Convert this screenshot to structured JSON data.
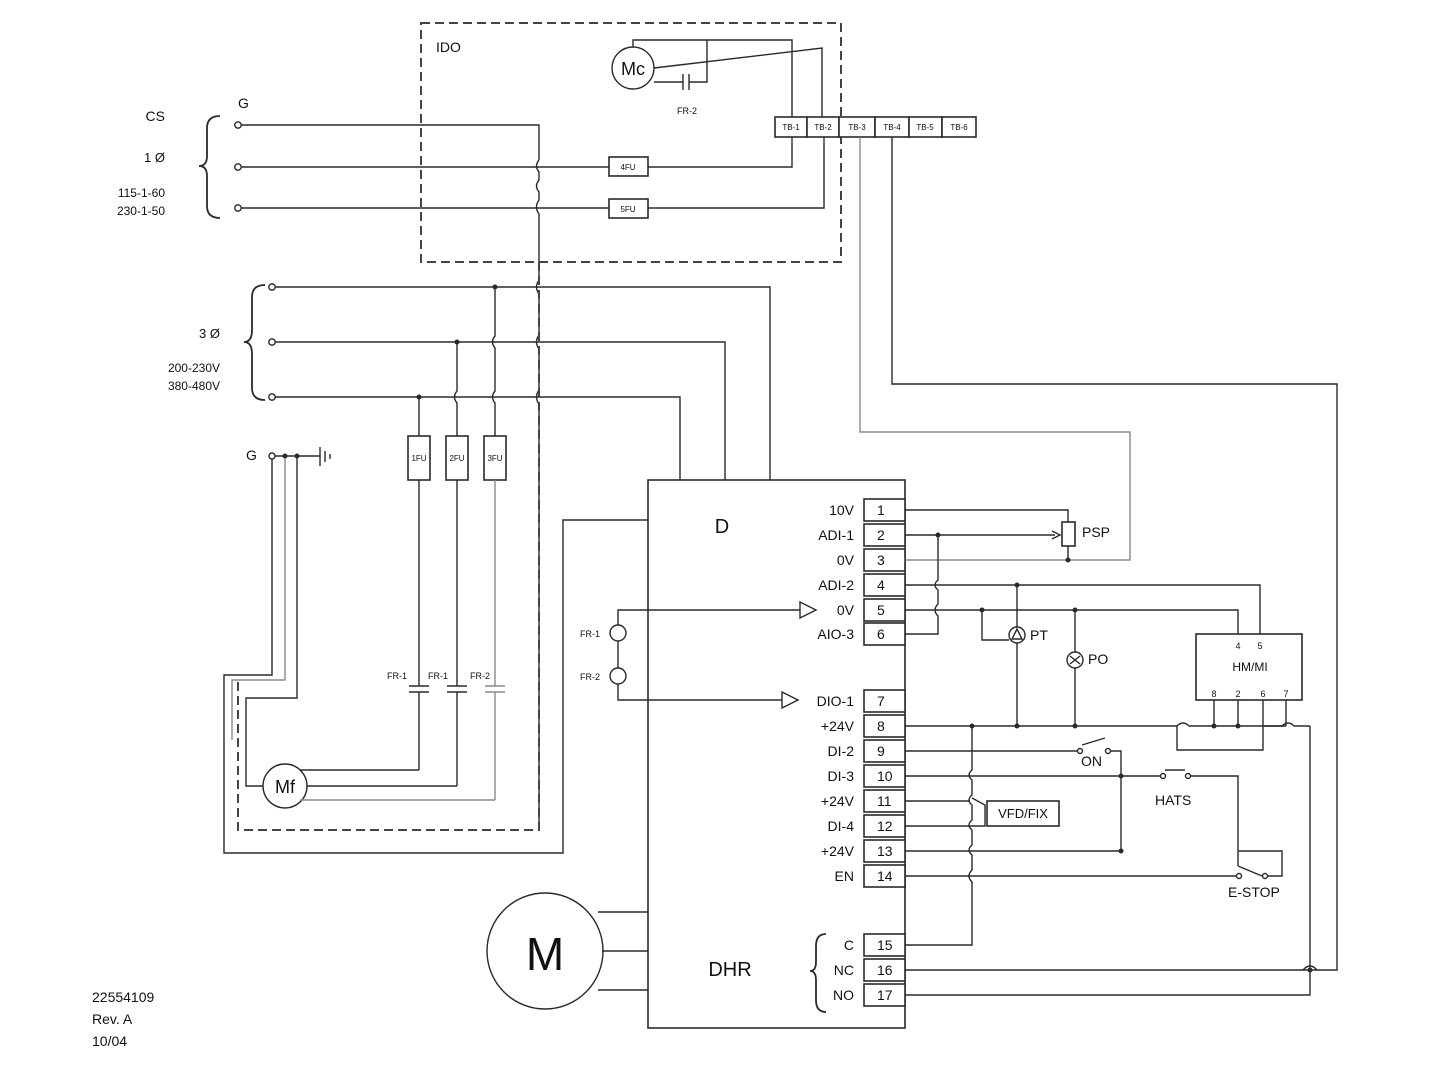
{
  "supply": {
    "cs": "CS",
    "g_top": "G",
    "one_phase": "1 Ø",
    "v1": "115-1-60",
    "v2": "230-1-50",
    "three_phase": "3 Ø",
    "v3": "200-230V",
    "v4": "380-480V",
    "g_left": "G"
  },
  "ido": {
    "label": "IDO",
    "motor": "Mc",
    "cap": "FR-2",
    "tb": [
      "TB-1",
      "TB-2",
      "TB-3",
      "TB-4",
      "TB-5",
      "TB-6"
    ]
  },
  "fuses": {
    "f4": "4FU",
    "f5": "5FU",
    "f1": "1FU",
    "f2": "2FU",
    "f3": "3FU"
  },
  "relays": {
    "fr1a": "FR-1",
    "fr1b": "FR-1",
    "fr2": "FR-2",
    "fr1_side": "FR-1",
    "fr2_side": "FR-2"
  },
  "fan_motor": "Mf",
  "main_motor": "M",
  "drive": {
    "label": "D",
    "relay_label": "DHR",
    "terminals": [
      {
        "n": "1",
        "sig": "10V"
      },
      {
        "n": "2",
        "sig": "ADI-1"
      },
      {
        "n": "3",
        "sig": "0V"
      },
      {
        "n": "4",
        "sig": "ADI-2"
      },
      {
        "n": "5",
        "sig": "0V"
      },
      {
        "n": "6",
        "sig": "AIO-3"
      },
      {
        "n": "7",
        "sig": "DIO-1"
      },
      {
        "n": "8",
        "sig": "+24V"
      },
      {
        "n": "9",
        "sig": "DI-2"
      },
      {
        "n": "10",
        "sig": "DI-3"
      },
      {
        "n": "11",
        "sig": "+24V"
      },
      {
        "n": "12",
        "sig": "DI-4"
      },
      {
        "n": "13",
        "sig": "+24V"
      },
      {
        "n": "14",
        "sig": "EN"
      },
      {
        "n": "15",
        "sig": "C"
      },
      {
        "n": "16",
        "sig": "NC"
      },
      {
        "n": "17",
        "sig": "NO"
      }
    ]
  },
  "devices": {
    "psp": "PSP",
    "pt": "PT",
    "po": "PO",
    "on": "ON",
    "hats": "HATS",
    "vfd": "VFD/FIX",
    "estop": "E-STOP",
    "hmmi": "HM/MI",
    "hm_top": [
      "4",
      "5"
    ],
    "hm_bot": [
      "8",
      "2",
      "6",
      "7"
    ]
  },
  "doc": {
    "number": "22554109",
    "rev": "Rev. A",
    "date": "10/04"
  }
}
